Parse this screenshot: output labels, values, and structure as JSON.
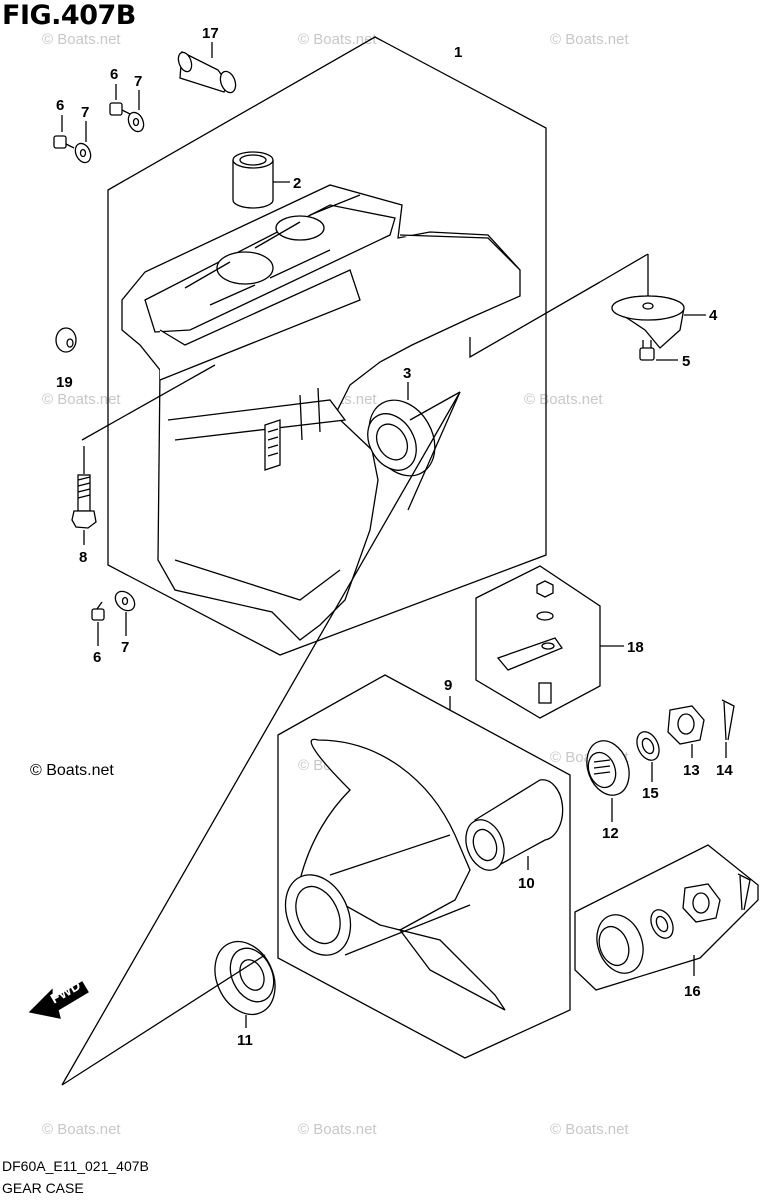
{
  "figure": {
    "title": "FIG.407B",
    "code": "DF60A_E11_021_407B",
    "name": "GEAR CASE",
    "copyright": "© Boats.net",
    "watermark": "© Boats.net",
    "fwd_label": "FWD"
  },
  "callouts": [
    {
      "id": "1",
      "label": "1"
    },
    {
      "id": "2",
      "label": "2"
    },
    {
      "id": "3",
      "label": "3"
    },
    {
      "id": "4",
      "label": "4"
    },
    {
      "id": "5",
      "label": "5"
    },
    {
      "id": "6a",
      "label": "6"
    },
    {
      "id": "7a",
      "label": "7"
    },
    {
      "id": "6b",
      "label": "6"
    },
    {
      "id": "7b",
      "label": "7"
    },
    {
      "id": "6c",
      "label": "6"
    },
    {
      "id": "7c",
      "label": "7"
    },
    {
      "id": "8",
      "label": "8"
    },
    {
      "id": "9",
      "label": "9"
    },
    {
      "id": "10",
      "label": "10"
    },
    {
      "id": "11",
      "label": "11"
    },
    {
      "id": "12",
      "label": "12"
    },
    {
      "id": "13",
      "label": "13"
    },
    {
      "id": "14",
      "label": "14"
    },
    {
      "id": "15",
      "label": "15"
    },
    {
      "id": "16",
      "label": "16"
    },
    {
      "id": "17",
      "label": "17"
    },
    {
      "id": "18",
      "label": "18"
    },
    {
      "id": "19",
      "label": "19"
    }
  ]
}
